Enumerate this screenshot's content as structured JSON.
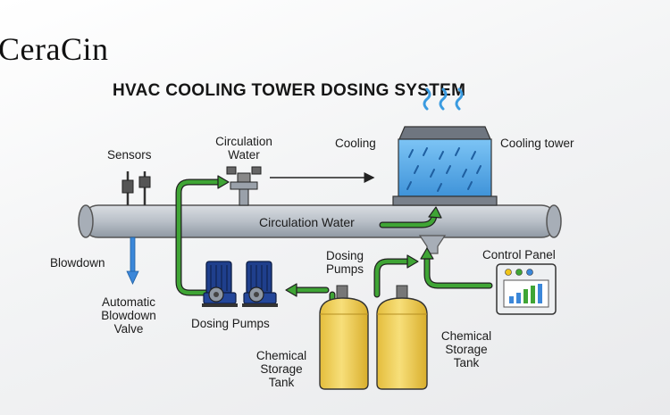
{
  "brand": {
    "logo_text": "CeraCin"
  },
  "diagram": {
    "title": "HVAC COOLING TOWER DOSING SYSTEM",
    "labels": {
      "sensors": "Sensors",
      "circulation_water_top_line1": "Circulation",
      "circulation_water_top_line2": "Water",
      "cooling": "Cooling",
      "cooling_tower": "Cooling tower",
      "circulation_water_pipe": "Circulation Water",
      "blowdown": "Blowdown",
      "automatic_blowdown_line1": "Automatic",
      "automatic_blowdown_line2": "Blowdown",
      "automatic_blowdown_line3": "Valve",
      "dosing_pumps_left": "Dosing Pumps",
      "dosing_pumps_top_line1": "Dosing",
      "dosing_pumps_top_line2": "Pumps",
      "control_panel": "Control Panel",
      "chem_tank_left_line1": "Chemical",
      "chem_tank_left_line2": "Storage",
      "chem_tank_left_line3": "Tank",
      "chem_tank_right_line1": "Chemical",
      "chem_tank_right_line2": "Storage",
      "chem_tank_right_line3": "Tank"
    },
    "colors": {
      "pipe_fill": "#b9c0c8",
      "green_line": "#3fa535",
      "tank_fill": "#f2d45f",
      "tower_water": "#4aa3e8",
      "pump_blue": "#1f3f8c",
      "arrow_blue": "#3b87d9",
      "steam_blue": "#3a9be0"
    },
    "panel_led_colors": [
      "#f0c419",
      "#3fa535",
      "#3b87d9"
    ]
  }
}
